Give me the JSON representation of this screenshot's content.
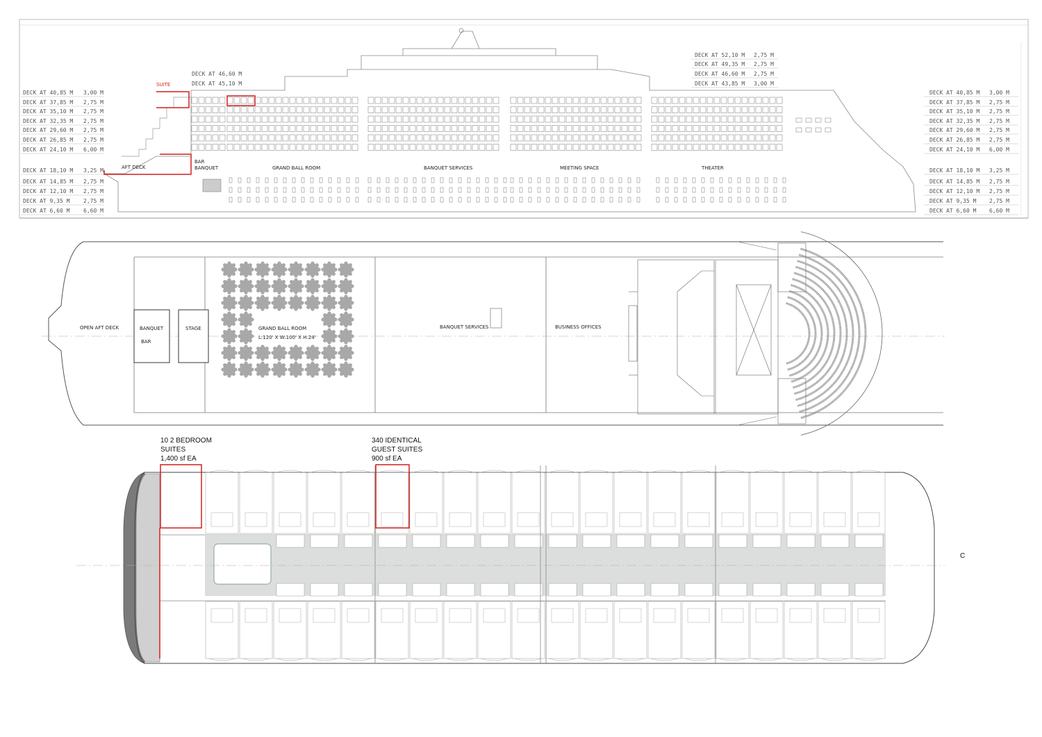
{
  "elevation": {
    "left_decks": [
      {
        "label": "DECK AT 40,85 M",
        "height": "3,00 M"
      },
      {
        "label": "DECK AT 37,85 M",
        "height": "2,75 M"
      },
      {
        "label": "DECK AT 35,10 M",
        "height": "2,75 M"
      },
      {
        "label": "DECK AT 32,35 M",
        "height": "2,75 M"
      },
      {
        "label": "DECK AT 29,60 M",
        "height": "2,75 M"
      },
      {
        "label": "DECK AT 26,85 M",
        "height": "2,75 M"
      },
      {
        "label": "DECK AT 24,10 M",
        "height": "6,00 M"
      },
      {
        "label": "DECK AT 18,10 M",
        "height": "3,25 M"
      },
      {
        "label": "DECK AT 14,85 M",
        "height": "2,75 M"
      },
      {
        "label": "DECK AT 12,10 M",
        "height": "2,75 M"
      },
      {
        "label": "DECK AT 9,35 M",
        "height": "2,75 M"
      },
      {
        "label": "DECK AT 6,60 M",
        "height": "6,60 M"
      }
    ],
    "right_decks": [
      {
        "label": "DECK AT 40,85 M",
        "height": "3,00 M"
      },
      {
        "label": "DECK AT 37,85 M",
        "height": "2,75 M"
      },
      {
        "label": "DECK AT 35,10 M",
        "height": "2,75 M"
      },
      {
        "label": "DECK AT 32,35 M",
        "height": "2,75 M"
      },
      {
        "label": "DECK AT 29,60 M",
        "height": "2,75 M"
      },
      {
        "label": "DECK AT 26,85 M",
        "height": "2,75 M"
      },
      {
        "label": "DECK AT 24,10 M",
        "height": "6,00 M"
      },
      {
        "label": "DECK AT 18,10 M",
        "height": "3,25 M"
      },
      {
        "label": "DECK AT 14,85 M",
        "height": "2,75 M"
      },
      {
        "label": "DECK AT 12,10 M",
        "height": "2,75 M"
      },
      {
        "label": "DECK AT 9,35 M",
        "height": "2,75 M"
      },
      {
        "label": "DECK AT 6,60 M",
        "height": "6,60 M"
      }
    ],
    "upper_right_decks": [
      {
        "label": "DECK AT 52,10 M",
        "height": "2,75 M"
      },
      {
        "label": "DECK AT 49,35 M",
        "height": "2,75 M"
      },
      {
        "label": "DECK AT 46,60 M",
        "height": "2,75 M"
      },
      {
        "label": "DECK AT 43,85 M",
        "height": "3,00 M"
      }
    ],
    "upper_left_decks": [
      "DECK AT 46,60 M",
      "DECK AT 45,10 M"
    ],
    "suite_label": "SUITE",
    "aft_deck": "AFT DECK",
    "bar_banquet": [
      "BAR",
      "BANQUET"
    ],
    "rooms": [
      "GRAND BALL ROOM",
      "BANQUET SERVICES",
      "MEETING SPACE",
      "THEATER"
    ]
  },
  "plan": {
    "open_aft_deck": "OPEN AFT DECK",
    "banquet_bar": [
      "BANQUET",
      "BAR"
    ],
    "stage": "STAGE",
    "ballroom": "GRAND BALL ROOM",
    "ballroom_dims": "L:120'     X W:100' X H:24'",
    "banquet_services": "BANQUET SERVICES",
    "business_offices": "BUSINESS OFFICES"
  },
  "suites": {
    "bedroom_note": [
      "10 2 BEDROOM",
      "SUITES",
      "1,400 sf  EA"
    ],
    "guest_note": [
      "340 IDENTICAL",
      "GUEST SUITES",
      "900 sf  EA"
    ],
    "centerline": "C"
  },
  "colors": {
    "highlight": "#d21f1f",
    "line": "#6b6b6b",
    "corridor": "#dcdedd",
    "hull": "#7a7a7a"
  }
}
